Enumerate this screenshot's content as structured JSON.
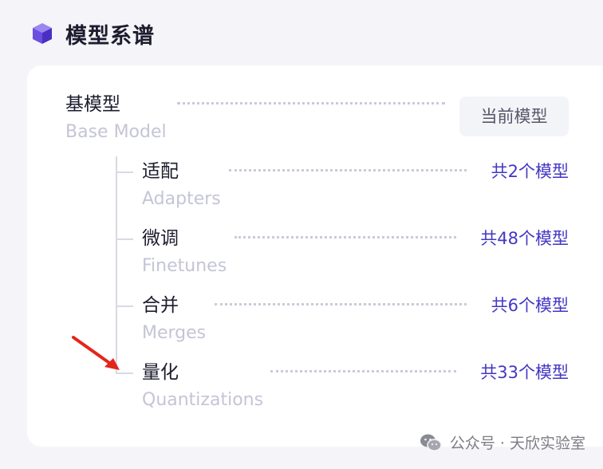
{
  "header": {
    "title": "模型系谱",
    "icon": "cube-icon",
    "accent": "#6c4ee0"
  },
  "base": {
    "title": "基模型",
    "subtitle": "Base Model",
    "badge": "当前模型"
  },
  "children": [
    {
      "title": "适配",
      "subtitle": "Adapters",
      "count": "共2个模型"
    },
    {
      "title": "微调",
      "subtitle": "Finetunes",
      "count": "共48个模型"
    },
    {
      "title": "合并",
      "subtitle": "Merges",
      "count": "共6个模型"
    },
    {
      "title": "量化",
      "subtitle": "Quantizations",
      "count": "共33个模型"
    }
  ],
  "annotation": {
    "arrow": "red-arrow-icon",
    "color": "#e3261c"
  },
  "watermark": {
    "icon": "wechat-icon",
    "text": "公众号 · 天欣实验室"
  }
}
